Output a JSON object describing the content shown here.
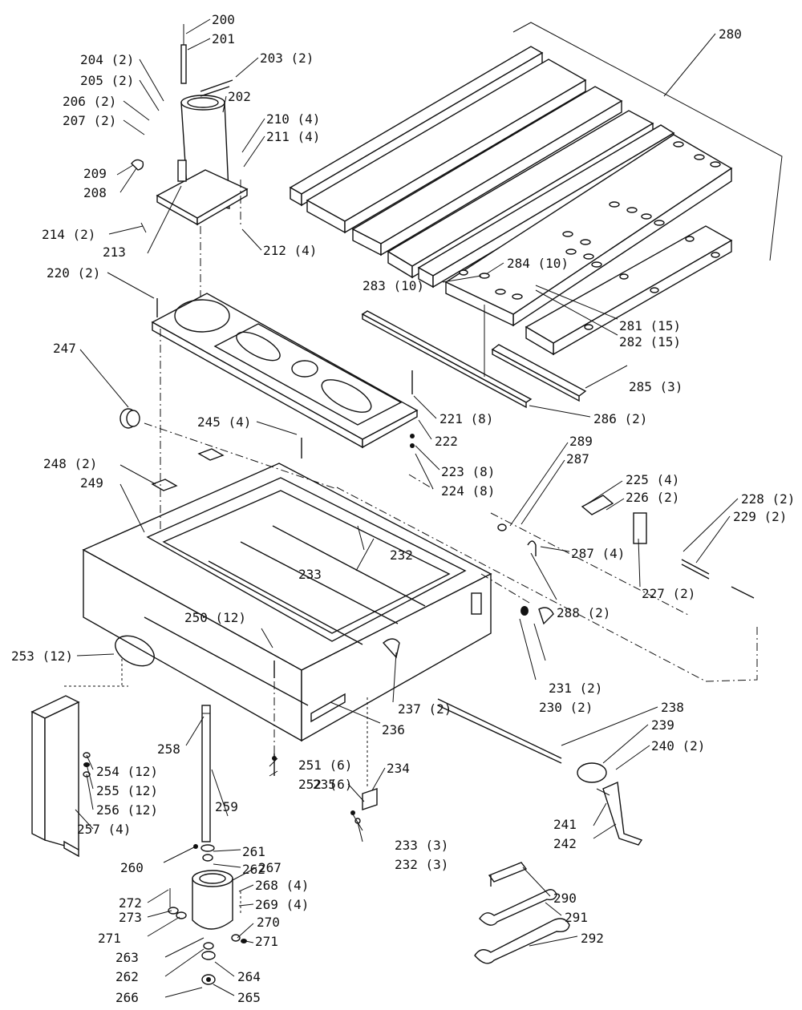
{
  "title": "",
  "callouts": [
    {
      "id": "c200",
      "text": "200"
    },
    {
      "id": "c201",
      "text": "201"
    },
    {
      "id": "c202",
      "text": "202"
    },
    {
      "id": "c203",
      "text": "203 (2)"
    },
    {
      "id": "c204",
      "text": "204 (2)"
    },
    {
      "id": "c205",
      "text": "205 (2)"
    },
    {
      "id": "c206",
      "text": "206 (2)"
    },
    {
      "id": "c207",
      "text": "207 (2)"
    },
    {
      "id": "c208",
      "text": "208"
    },
    {
      "id": "c209",
      "text": "209"
    },
    {
      "id": "c210",
      "text": "210 (4)"
    },
    {
      "id": "c211",
      "text": "211 (4)"
    },
    {
      "id": "c212",
      "text": "212 (4)"
    },
    {
      "id": "c213",
      "text": "213"
    },
    {
      "id": "c214",
      "text": "214 (2)"
    },
    {
      "id": "c220",
      "text": "220 (2)"
    },
    {
      "id": "c221",
      "text": "221 (8)"
    },
    {
      "id": "c222",
      "text": "222"
    },
    {
      "id": "c223",
      "text": "223 (8)"
    },
    {
      "id": "c224",
      "text": "224 (8)"
    },
    {
      "id": "c225",
      "text": "225 (4)"
    },
    {
      "id": "c226",
      "text": "226 (2)"
    },
    {
      "id": "c227",
      "text": "227 (2)"
    },
    {
      "id": "c228",
      "text": "228 (2)"
    },
    {
      "id": "c229",
      "text": "229 (2)"
    },
    {
      "id": "c230",
      "text": "230 (2)"
    },
    {
      "id": "c231",
      "text": "231 (2)"
    },
    {
      "id": "c232",
      "text": "232"
    },
    {
      "id": "c232b",
      "text": "232 (3)"
    },
    {
      "id": "c233",
      "text": "233"
    },
    {
      "id": "c233b",
      "text": "233 (3)"
    },
    {
      "id": "c234",
      "text": "234"
    },
    {
      "id": "c235",
      "text": "235"
    },
    {
      "id": "c236",
      "text": "236"
    },
    {
      "id": "c237",
      "text": "237 (2)"
    },
    {
      "id": "c238",
      "text": "238"
    },
    {
      "id": "c239",
      "text": "239"
    },
    {
      "id": "c240",
      "text": "240 (2)"
    },
    {
      "id": "c241",
      "text": "241"
    },
    {
      "id": "c242",
      "text": "242"
    },
    {
      "id": "c245",
      "text": "245 (4)"
    },
    {
      "id": "c247",
      "text": "247"
    },
    {
      "id": "c248",
      "text": "248 (2)"
    },
    {
      "id": "c249",
      "text": "249"
    },
    {
      "id": "c250",
      "text": "250 (12)"
    },
    {
      "id": "c251",
      "text": "251 (6)"
    },
    {
      "id": "c252",
      "text": "252 (6)"
    },
    {
      "id": "c253",
      "text": "253 (12)"
    },
    {
      "id": "c254",
      "text": "254 (12)"
    },
    {
      "id": "c255",
      "text": "255 (12)"
    },
    {
      "id": "c256",
      "text": "256 (12)"
    },
    {
      "id": "c257",
      "text": "257 (4)"
    },
    {
      "id": "c258",
      "text": "258"
    },
    {
      "id": "c259",
      "text": "259"
    },
    {
      "id": "c260",
      "text": "260"
    },
    {
      "id": "c261",
      "text": "261"
    },
    {
      "id": "c262",
      "text": "262"
    },
    {
      "id": "c262b",
      "text": "262"
    },
    {
      "id": "c263",
      "text": "263"
    },
    {
      "id": "c264",
      "text": "264"
    },
    {
      "id": "c265",
      "text": "265"
    },
    {
      "id": "c266",
      "text": "266"
    },
    {
      "id": "c267",
      "text": "267"
    },
    {
      "id": "c268",
      "text": "268 (4)"
    },
    {
      "id": "c269",
      "text": "269 (4)"
    },
    {
      "id": "c270",
      "text": "270"
    },
    {
      "id": "c271",
      "text": "271"
    },
    {
      "id": "c271b",
      "text": "271"
    },
    {
      "id": "c272",
      "text": "272"
    },
    {
      "id": "c273",
      "text": "273"
    },
    {
      "id": "c280",
      "text": "280"
    },
    {
      "id": "c281",
      "text": "281 (15)"
    },
    {
      "id": "c282",
      "text": "282 (15)"
    },
    {
      "id": "c283",
      "text": "283 (10)"
    },
    {
      "id": "c284",
      "text": "284 (10)"
    },
    {
      "id": "c285",
      "text": "285 (3)"
    },
    {
      "id": "c286",
      "text": "286 (2)"
    },
    {
      "id": "c287",
      "text": "287"
    },
    {
      "id": "c287b",
      "text": "287 (4)"
    },
    {
      "id": "c288",
      "text": "288 (2)"
    },
    {
      "id": "c289",
      "text": "289"
    },
    {
      "id": "c290",
      "text": "290"
    },
    {
      "id": "c291",
      "text": "291"
    },
    {
      "id": "c292",
      "text": "292"
    }
  ]
}
